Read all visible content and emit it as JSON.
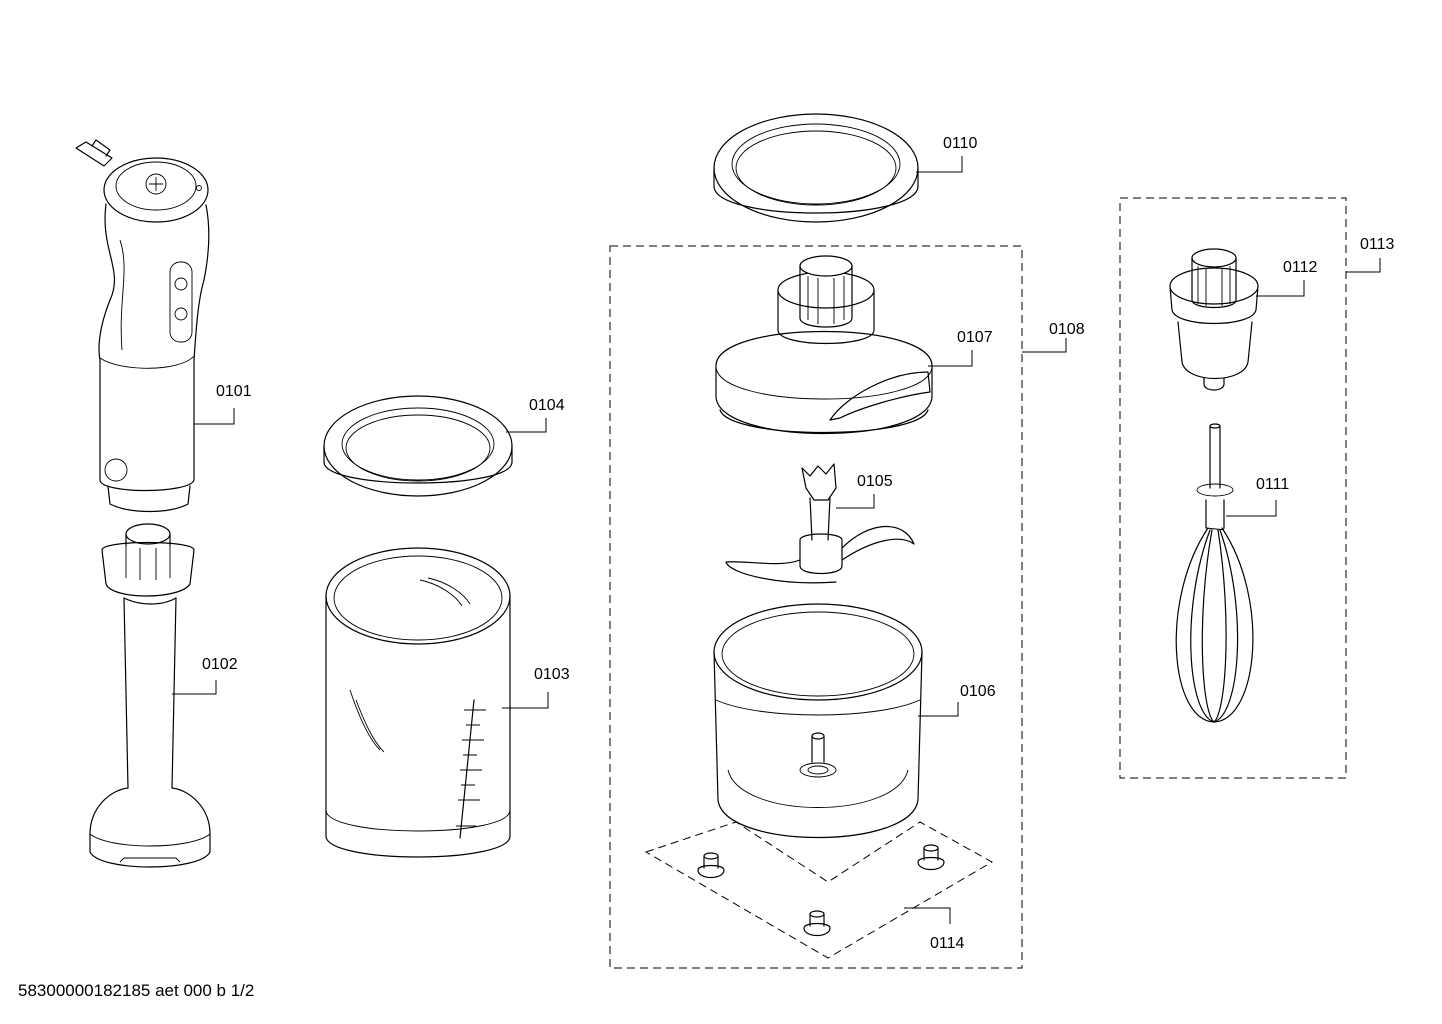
{
  "parts": [
    {
      "id": "0101",
      "name": "motor-handle"
    },
    {
      "id": "0102",
      "name": "blender-shaft"
    },
    {
      "id": "0103",
      "name": "measuring-beaker"
    },
    {
      "id": "0104",
      "name": "beaker-lid"
    },
    {
      "id": "0105",
      "name": "chopper-blade"
    },
    {
      "id": "0106",
      "name": "chopper-bowl"
    },
    {
      "id": "0107",
      "name": "chopper-lid"
    },
    {
      "id": "0108",
      "name": "chopper-assembly"
    },
    {
      "id": "0110",
      "name": "bowl-lid"
    },
    {
      "id": "0111",
      "name": "whisk"
    },
    {
      "id": "0112",
      "name": "whisk-gearbox"
    },
    {
      "id": "0113",
      "name": "whisk-assembly"
    },
    {
      "id": "0114",
      "name": "anti-slip-base"
    }
  ],
  "footer": "58300000182185 aet 000 b 1/2"
}
